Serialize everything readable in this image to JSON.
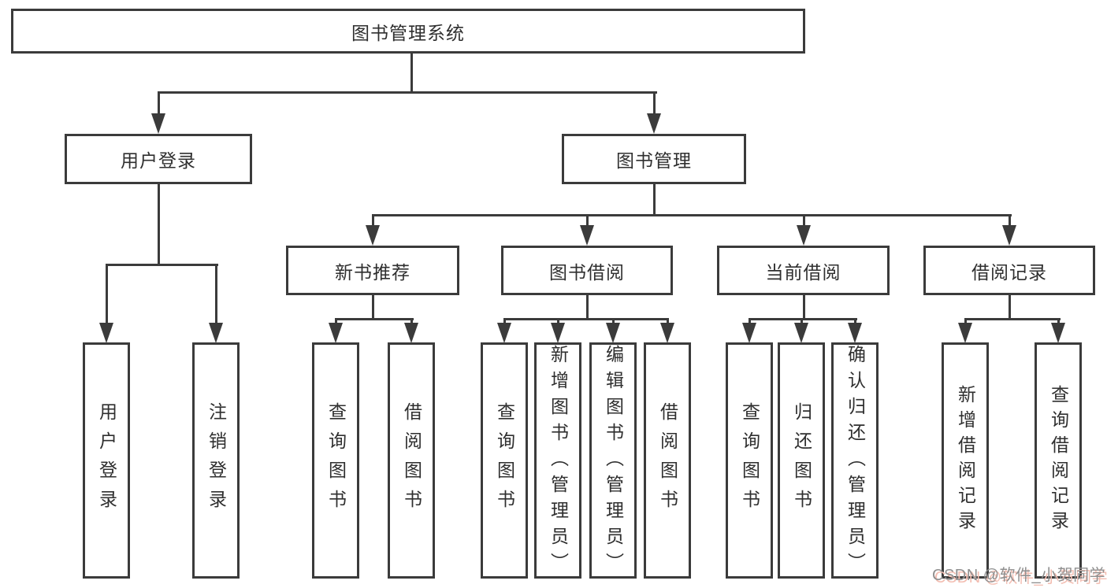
{
  "diagram_type": "tree",
  "root": {
    "label": "图书管理系统",
    "children": [
      {
        "label": "用户登录",
        "children": [
          {
            "label": "用户登录"
          },
          {
            "label": "注销登录"
          }
        ]
      },
      {
        "label": "图书管理",
        "children": [
          {
            "label": "新书推荐",
            "children": [
              {
                "label": "查询图书"
              },
              {
                "label": "借阅图书"
              }
            ]
          },
          {
            "label": "图书借阅",
            "children": [
              {
                "label": "查询图书"
              },
              {
                "label": "新增图书（管理员）"
              },
              {
                "label": "编辑图书（管理员）"
              },
              {
                "label": "借阅图书"
              }
            ]
          },
          {
            "label": "当前借阅",
            "children": [
              {
                "label": "查询图书"
              },
              {
                "label": "归还图书"
              },
              {
                "label": "确认归还（管理员）"
              }
            ]
          },
          {
            "label": "借阅记录",
            "children": [
              {
                "label": "新增借阅记录"
              },
              {
                "label": "查询借阅记录"
              }
            ]
          }
        ]
      }
    ]
  },
  "watermark": {
    "text": "CSDN @软件_小贺同学"
  },
  "colors": {
    "line": "#3b3b3b",
    "text": "#2f2f2f",
    "bg": "#ffffff",
    "wm": "#8f8f8f",
    "wm-shadow": "#f3bdb1"
  }
}
